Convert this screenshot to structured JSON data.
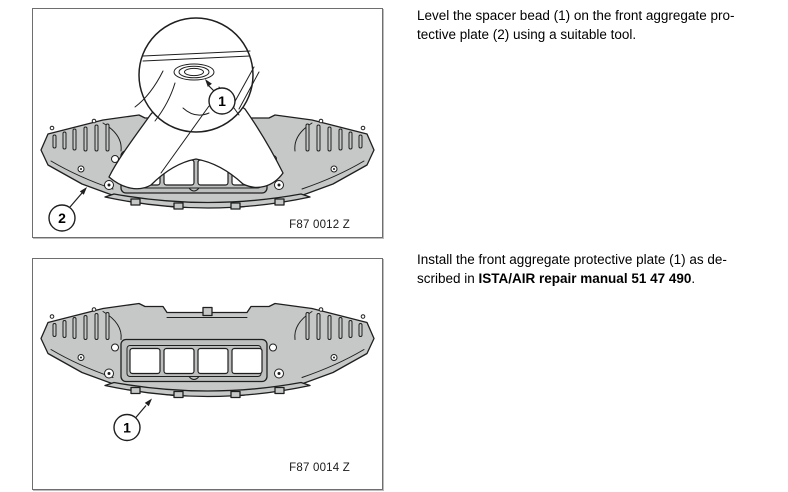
{
  "colors": {
    "page_background": "#ffffff",
    "text_color": "#000000",
    "figure_border": "#6e6e6e",
    "outline": "#1f1f1f",
    "plate_fill": "#c6c8c8",
    "recess_fill": "#bdbfbf"
  },
  "figures": [
    {
      "label": "F87 0012 Z",
      "callouts": [
        {
          "num": "1"
        },
        {
          "num": "2"
        }
      ]
    },
    {
      "label": "F87 0014 Z",
      "callouts": [
        {
          "num": "1"
        }
      ]
    }
  ],
  "instructions": {
    "step1_line1": "Level the spacer bead (1) on the front aggregate pro-",
    "step1_line2": "tective plate (2) using a suitable tool.",
    "step2_line1": "Install the front aggregate protective plate (1) as de-",
    "step2_line2_pre": "scribed in ",
    "step2_line2_bold": "ISTA/AIR repair manual 51 47 490",
    "step2_line2_post": "."
  }
}
